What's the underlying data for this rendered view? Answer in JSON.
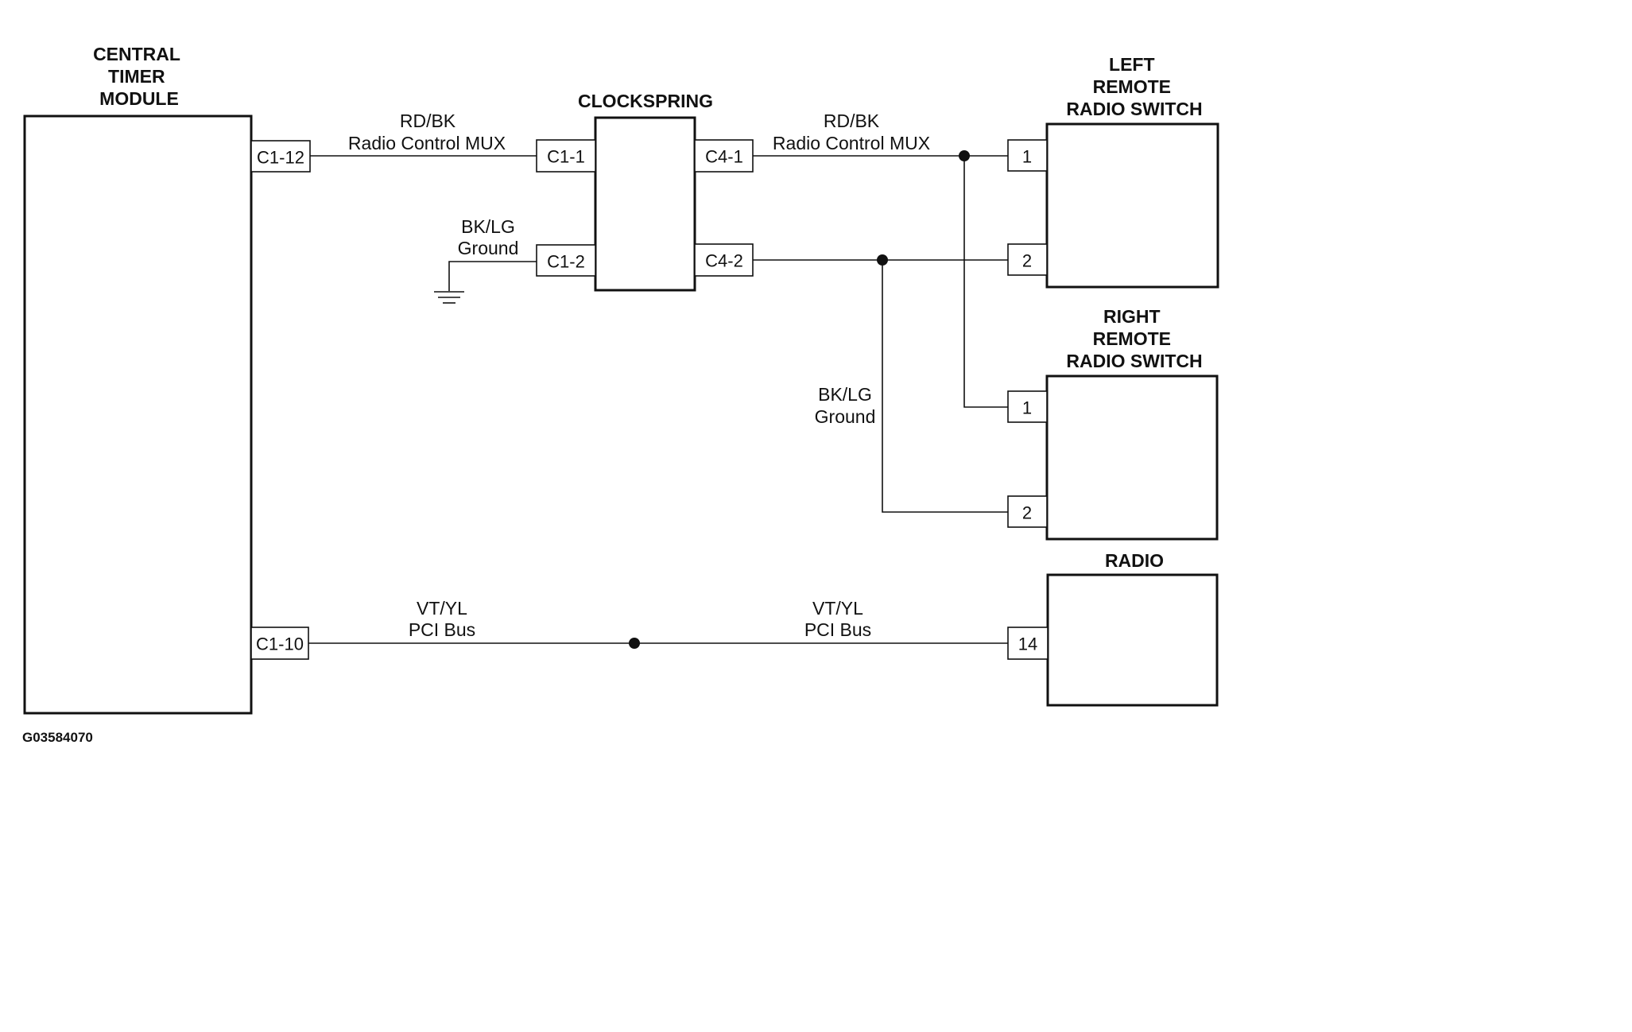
{
  "components": {
    "ctm": {
      "title": [
        "CENTRAL",
        "TIMER",
        "MODULE"
      ],
      "pins": {
        "c1_12": "C1-12",
        "c1_10": "C1-10"
      }
    },
    "clockspring": {
      "title": "CLOCKSPRING",
      "pins": {
        "c1_1": "C1-1",
        "c1_2": "C1-2",
        "c4_1": "C4-1",
        "c4_2": "C4-2"
      }
    },
    "left_switch": {
      "title": [
        "LEFT",
        "REMOTE",
        "RADIO SWITCH"
      ],
      "pins": {
        "p1": "1",
        "p2": "2"
      }
    },
    "right_switch": {
      "title": [
        "RIGHT",
        "REMOTE",
        "RADIO SWITCH"
      ],
      "pins": {
        "p1": "1",
        "p2": "2"
      }
    },
    "radio": {
      "title": "RADIO",
      "pins": {
        "p14": "14"
      }
    }
  },
  "wires": {
    "mux_left": {
      "color": "RD/BK",
      "function": "Radio Control MUX"
    },
    "mux_right": {
      "color": "RD/BK",
      "function": "Radio Control MUX"
    },
    "ground_clockspring": {
      "color": "BK/LG",
      "function": "Ground"
    },
    "ground_switches": {
      "color": "BK/LG",
      "function": "Ground"
    },
    "pci_left": {
      "color": "VT/YL",
      "function": "PCI Bus"
    },
    "pci_right": {
      "color": "VT/YL",
      "function": "PCI Bus"
    }
  },
  "figure_id": "G03584070"
}
